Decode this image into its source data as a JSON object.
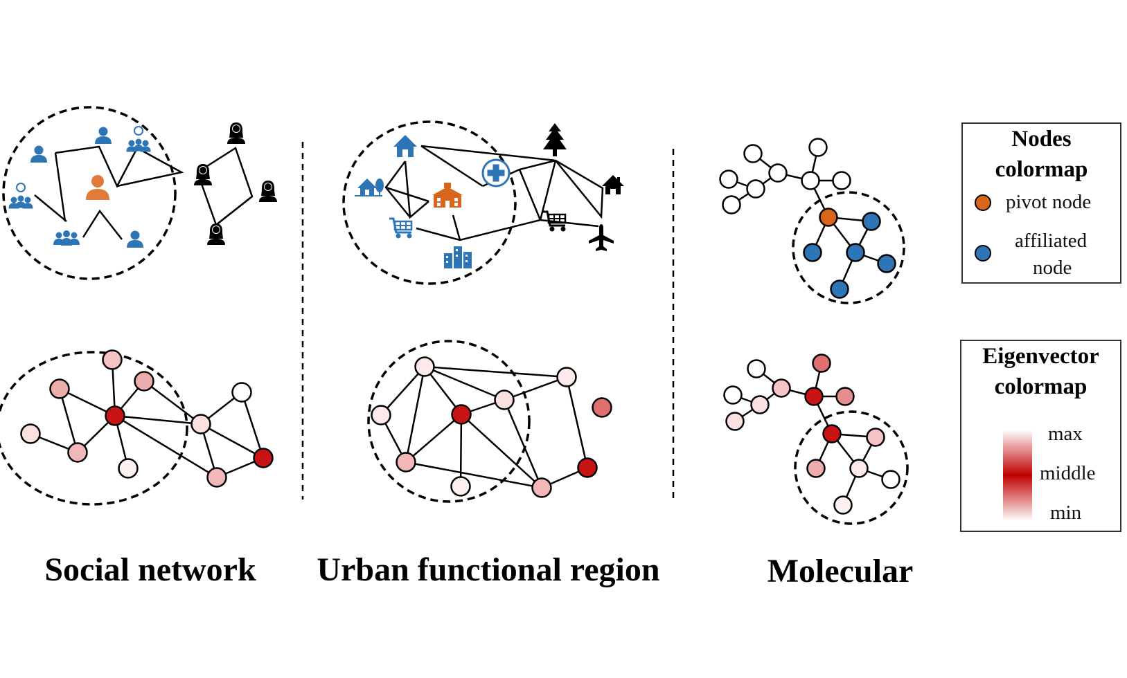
{
  "panels": {
    "social": {
      "title": "Social network"
    },
    "urban": {
      "title": "Urban functional region"
    },
    "molecular": {
      "title": "Molecular"
    }
  },
  "legend_nodes": {
    "title_line1": "Nodes",
    "title_line2": "colormap",
    "pivot_label": "pivot node",
    "affiliated_line1": "affiliated",
    "affiliated_line2": "node",
    "pivot_color": "#d9651c",
    "affiliated_color": "#2e75b6"
  },
  "legend_eigen": {
    "title_line1": "Eigenvector",
    "title_line2": "colormap",
    "max_label": "max",
    "middle_label": "middle",
    "min_label": "min"
  },
  "icon_names": {
    "social": [
      "person-icon",
      "group-icon",
      "idea-group-icon",
      "woman-icon"
    ],
    "urban": [
      "house-icon",
      "hospital-icon",
      "school-icon",
      "shopping-cart-icon",
      "buildings-icon",
      "tree-icon",
      "airplane-icon"
    ]
  },
  "colors": {
    "icon_blue": "#2e75b6",
    "icon_orange": "#e07b39",
    "icon_black": "#000000",
    "eigen_levels": [
      "#ffffff",
      "#fbe4e4",
      "#f2bcbc",
      "#e88d8d",
      "#dd6a6a",
      "#c00000"
    ]
  }
}
